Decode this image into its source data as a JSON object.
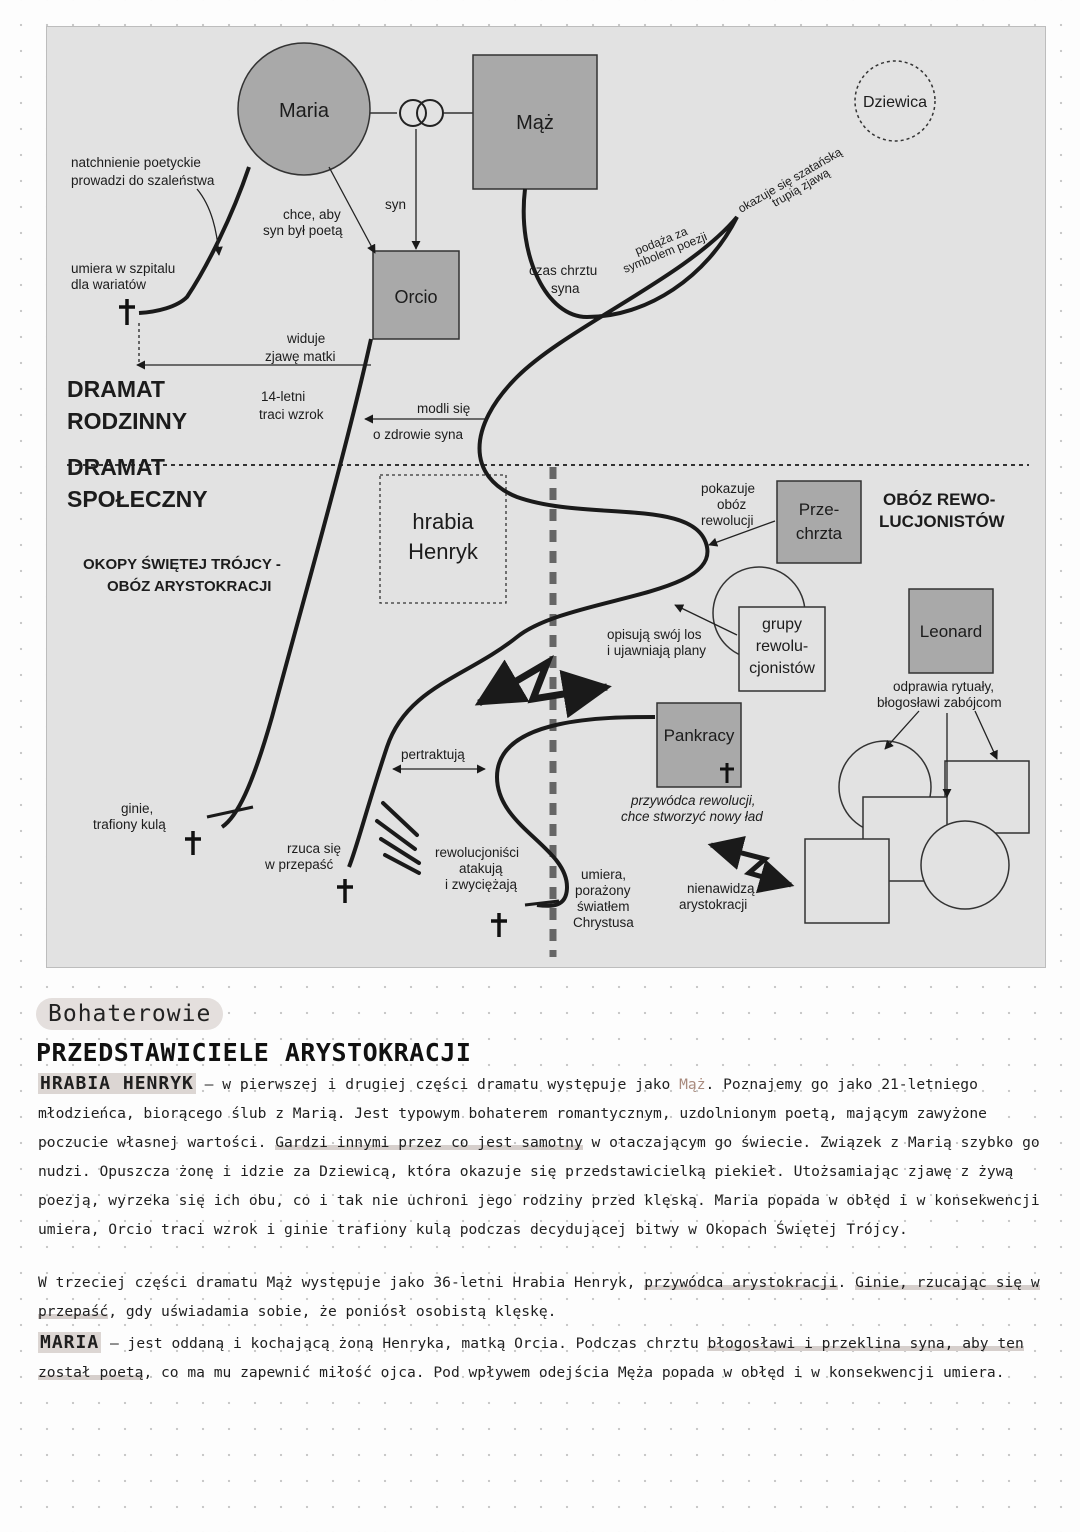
{
  "diagram": {
    "nodes": {
      "maria": "Maria",
      "maz": "Mąż",
      "dziewica": "Dziewica",
      "orcio": "Orcio",
      "henryk_line1": "hrabia",
      "henryk_line2": "Henryk",
      "przechrzta_line1": "Prze-",
      "przechrzta_line2": "chrzta",
      "grupy_line1": "grupy",
      "grupy_line2": "rewolu-",
      "grupy_line3": "cjonistów",
      "leonard": "Leonard",
      "pankracy": "Pankracy"
    },
    "headings": {
      "rodzinny_line1": "DRAMAT",
      "rodzinny_line2": "RODZINNY",
      "spoleczny_line1": "DRAMAT",
      "spoleczny_line2": "SPOŁECZNY",
      "oboz_ary_line1": "OKOPY ŚWIĘTEJ TRÓJCY -",
      "oboz_ary_line2": "OBÓZ ARYSTOKRACJI",
      "oboz_rew_line1": "OBÓZ REWO-",
      "oboz_rew_line2": "LUCJONISTÓW"
    },
    "labels": {
      "natchnienie_1": "natchnienie poetyckie",
      "natchnienie_2": "prowadzi do szaleństwa",
      "umiera_szpital_1": "umiera w szpitalu",
      "umiera_szpital_2": "dla wariatów",
      "chce_1": "chce, aby",
      "chce_2": "syn był poetą",
      "syn": "syn",
      "widuje_1": "widuje",
      "widuje_2": "zjawę matki",
      "letni_1": "14-letni",
      "letni_2": "traci wzrok",
      "modli_1": "modli się",
      "modli_2": "o zdrowie syna",
      "czas_1": "czas chrztu",
      "czas_2": "syna",
      "podaza_1": "podąża za",
      "podaza_2": "symbolem poezji",
      "okazuje_1": "okazuje się szatańską",
      "okazuje_2": "trupią zjawą",
      "pokazuje_1": "pokazuje",
      "pokazuje_2": "obóz",
      "pokazuje_3": "rewolucji",
      "opisuja_1": "opisują swój los",
      "opisuja_2": "i ujawniają plany",
      "rytualy_1": "odprawia rytuały,",
      "rytualy_2": "błogosławi zabójcom",
      "pertraktuja": "pertraktują",
      "przywodca_1": "przywódca rewolucji,",
      "przywodca_2": "chce stworzyć nowy ład",
      "ginie_1": "ginie,",
      "ginie_2": "trafiony kulą",
      "rzuca_1": "rzuca się",
      "rzuca_2": "w przepaść",
      "atakuja_1": "rewolucjoniści",
      "atakuja_2": "atakują",
      "atakuja_3": "i zwyciężają",
      "umiera_1": "umiera,",
      "umiera_2": "porażony",
      "umiera_3": "światłem",
      "umiera_4": "Chrystusa",
      "nienawidza_1": "nienawidzą",
      "nienawidza_2": "arystokracji"
    },
    "colors": {
      "background": "#e2e2e2",
      "box": "#a9a9a9",
      "line": "#1a1a1a"
    }
  },
  "notes": {
    "tag": "Bohaterowie",
    "section_title": "PRZEDSTAWICIELE ARYSTOKRACJI",
    "henryk": {
      "name": "HRABIA HENRYK",
      "t1": " — w pierwszej i drugiej części dramatu występuje jako ",
      "maz": "Mąż",
      "t2": ". Poznajemy go jako 21-letniego młodzieńca, biorącego ślub z Marią. Jest typowym bohaterem romantycznym, uzdolnionym poetą, mającym zawyżone poczucie własnej wartości. ",
      "hl1": "Gardzi innymi przez co jest samotny",
      "t3": " w otaczającym go świecie. Związek z Marią szybko go nudzi. Opuszcza żonę i idzie za Dziewicą, która okazuje się przedstawicielką piekieł. Utożsamiając zjawę z żywą poezją, wyrzeka się ich obu, co i tak nie uchroni jego rodziny przed klęską. Maria popada w obłęd i w konsekwencji umiera, Orcio traci wzrok i ginie trafiony kulą podczas decydującej bitwy w Okopach Świętej Trójcy."
    },
    "henryk2": {
      "t1": "W trzeciej części dramatu Mąż występuje jako 36-letni Hrabia Henryk, ",
      "hl1": "przywódca arystokracji",
      "t2": ". ",
      "hl2": "Ginie, rzucając się w przepaść",
      "t3": ", gdy uświadamia sobie, że poniósł osobistą klęskę."
    },
    "maria": {
      "name": "MARIA",
      "t1": " — jest oddaną i kochającą żoną Henryka, matką Orcia. Podczas chrztu ",
      "hl1": "błogosławi i przeklina syna, aby ten został poetą",
      "t2": ", co ma mu zapewnić miłość ojca. Pod wpływem odejścia Męża popada w obłęd i w konsekwencji umiera."
    }
  }
}
